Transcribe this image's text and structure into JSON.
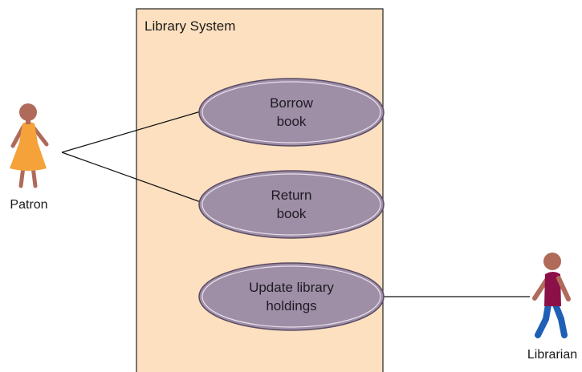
{
  "system": {
    "title": "Library System"
  },
  "use_cases": {
    "borrow": {
      "line1": "Borrow",
      "line2": "book"
    },
    "return": {
      "line1": "Return",
      "line2": "book"
    },
    "update": {
      "line1": "Update library",
      "line2": "holdings"
    }
  },
  "actors": {
    "patron": {
      "label": "Patron"
    },
    "librarian": {
      "label": "Librarian"
    }
  },
  "colors": {
    "system_fill": "#fde0bf",
    "use_case_fill": "#9e8ea6",
    "use_case_stroke": "#5a4b66",
    "patron_dress": "#f5a23b",
    "skin": "#b06a5a",
    "librarian_shirt": "#8c1048",
    "librarian_pants": "#1f5fb5"
  }
}
